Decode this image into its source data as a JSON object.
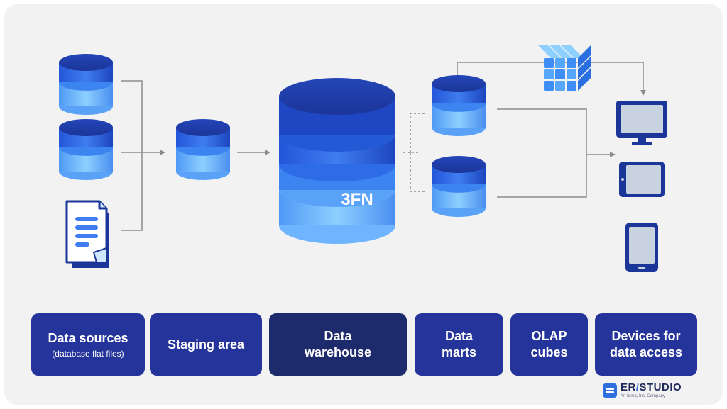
{
  "diagram": {
    "warehouse_label": "3FN",
    "stages": [
      {
        "title": "Data sources",
        "subtitle": "(database flat files)"
      },
      {
        "title": "Staging area"
      },
      {
        "title": "Data warehouse"
      },
      {
        "title": "Data marts"
      },
      {
        "title": "OLAP cubes"
      },
      {
        "title": "Devices for data access"
      }
    ]
  },
  "branding": {
    "name_left": "ER",
    "slash": "/",
    "name_right": "STUDIO",
    "tagline": "An Idera, Inc. Company"
  },
  "colors": {
    "label_bg": "#25349a",
    "label_bg_highlight": "#1d2a6b",
    "cylinder_dark": "#1f3fb5",
    "cylinder_light": "#7cc4ff",
    "connector": "#8c8c8c",
    "device_screen": "#c9d3df",
    "background": "#f2f2f3"
  },
  "icons": [
    "database-icon",
    "document-icon",
    "olap-cube-icon",
    "monitor-icon",
    "tablet-icon",
    "phone-icon"
  ]
}
